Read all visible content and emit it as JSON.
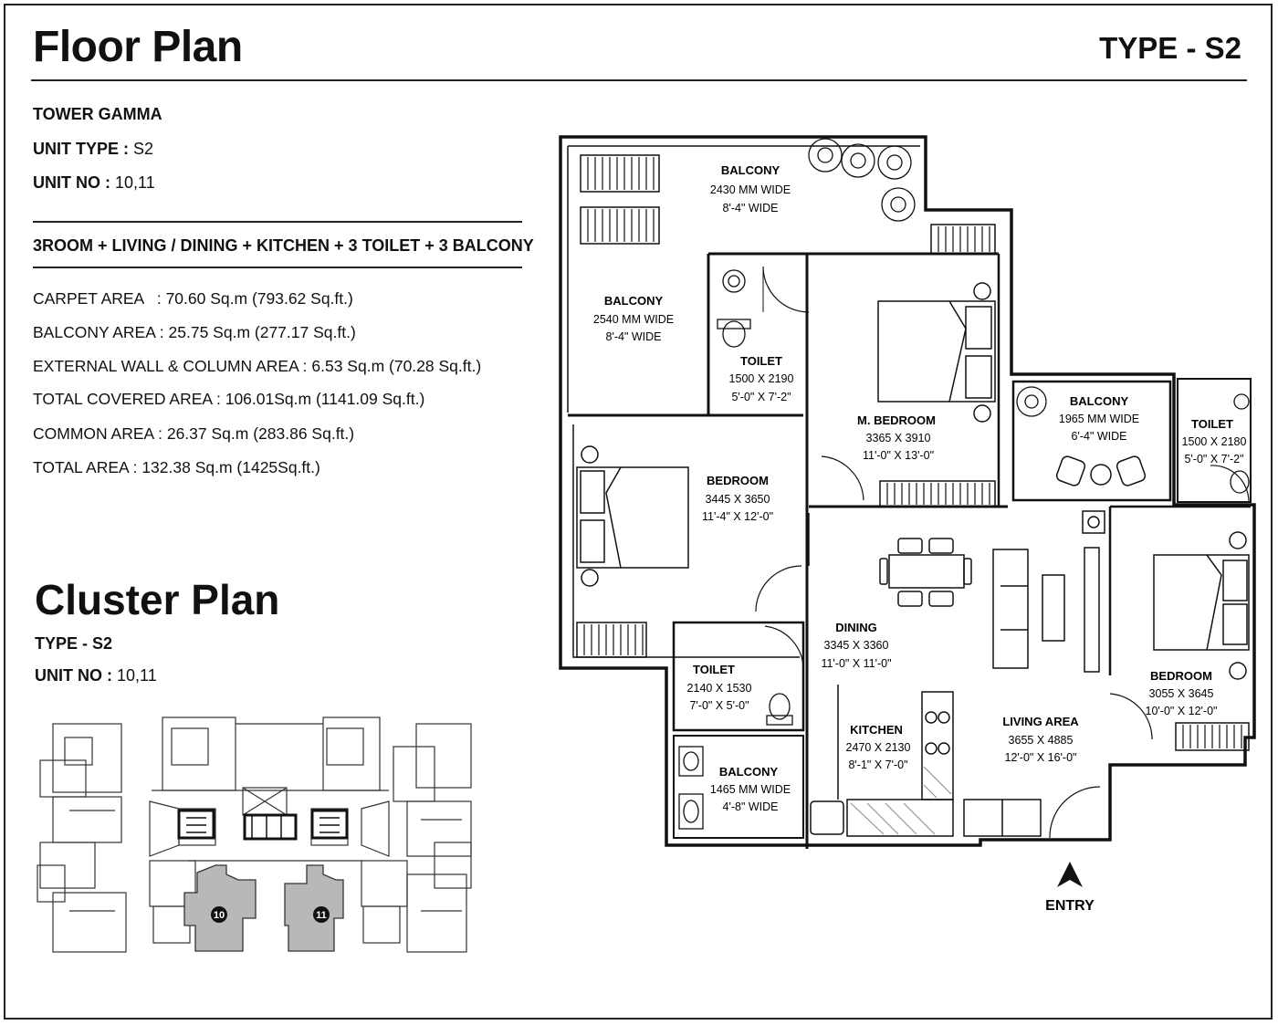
{
  "header": {
    "title": "Floor Plan",
    "type_label": "TYPE - S2"
  },
  "unit_info": {
    "tower": "TOWER GAMMA",
    "unit_type_label": "UNIT TYPE :",
    "unit_type_value": "S2",
    "unit_no_label": "UNIT NO :",
    "unit_no_value": "10,11"
  },
  "configuration": "3ROOM + LIVING / DINING + KITCHEN + 3 TOILET + 3 BALCONY",
  "areas": [
    {
      "label": "CARPET AREA",
      "sep": "   : ",
      "value": "70.60 Sq.m (793.62 Sq.ft.)"
    },
    {
      "label": "BALCONY AREA",
      "sep": " : ",
      "value": "25.75 Sq.m (277.17 Sq.ft.)"
    },
    {
      "label": "EXTERNAL WALL & COLUMN AREA",
      "sep": " : ",
      "value": "6.53 Sq.m (70.28 Sq.ft.)"
    },
    {
      "label": "TOTAL COVERED AREA",
      "sep": " : ",
      "value": "106.01Sq.m (1141.09 Sq.ft.)"
    },
    {
      "label": "COMMON AREA",
      "sep": " : ",
      "value": "26.37 Sq.m (283.86 Sq.ft.)"
    },
    {
      "label": "TOTAL AREA",
      "sep": " : ",
      "value": "132.38 Sq.m (1425Sq.ft.)"
    }
  ],
  "cluster": {
    "title": "Cluster Plan",
    "type_label": "TYPE - S2",
    "unit_no_label": "UNIT NO :",
    "unit_no_value": "10,11",
    "unit_markers": [
      "10",
      "11"
    ]
  },
  "rooms": {
    "balcony_top": {
      "name": "BALCONY",
      "dim1": "2430 MM WIDE",
      "dim2": "8'-4\" WIDE"
    },
    "balcony_left": {
      "name": "BALCONY",
      "dim1": "2540 MM WIDE",
      "dim2": "8'-4\" WIDE"
    },
    "toilet_1": {
      "name": "TOILET",
      "dim1": "1500 X 2190",
      "dim2": "5'-0\" X 7'-2\""
    },
    "master_bedroom": {
      "name": "M. BEDROOM",
      "dim1": "3365 X 3910",
      "dim2": "11'-0\" X 13'-0\""
    },
    "balcony_right": {
      "name": "BALCONY",
      "dim1": "1965 MM WIDE",
      "dim2": "6'-4\" WIDE"
    },
    "toilet_2": {
      "name": "TOILET",
      "dim1": "1500 X 2180",
      "dim2": "5'-0\" X 7'-2\""
    },
    "bedroom_left": {
      "name": "BEDROOM",
      "dim1": "3445 X 3650",
      "dim2": "11'-4\" X 12'-0\""
    },
    "dining": {
      "name": "DINING",
      "dim1": "3345 X 3360",
      "dim2": "11'-0\" X 11'-0\""
    },
    "bedroom_right": {
      "name": "BEDROOM",
      "dim1": "3055 X 3645",
      "dim2": "10'-0\" X 12'-0\""
    },
    "toilet_3": {
      "name": "TOILET",
      "dim1": "2140 X 1530",
      "dim2": "7'-0\" X 5'-0\""
    },
    "kitchen": {
      "name": "KITCHEN",
      "dim1": "2470 X 2130",
      "dim2": "8'-1\" X 7'-0\""
    },
    "living": {
      "name": "LIVING AREA",
      "dim1": "3655 X 4885",
      "dim2": "12'-0\" X 16'-0\""
    },
    "balcony_bottom": {
      "name": "BALCONY",
      "dim1": "1465 MM WIDE",
      "dim2": "4'-8\" WIDE"
    }
  },
  "entry_label": "ENTRY",
  "icons": {
    "entry_arrow": "north-arrow-icon",
    "plant": "plant-icon",
    "bed": "bed-icon",
    "sofa": "sofa-icon"
  },
  "colors": {
    "ink": "#111111",
    "cluster_fill": "#b8b8b8"
  }
}
